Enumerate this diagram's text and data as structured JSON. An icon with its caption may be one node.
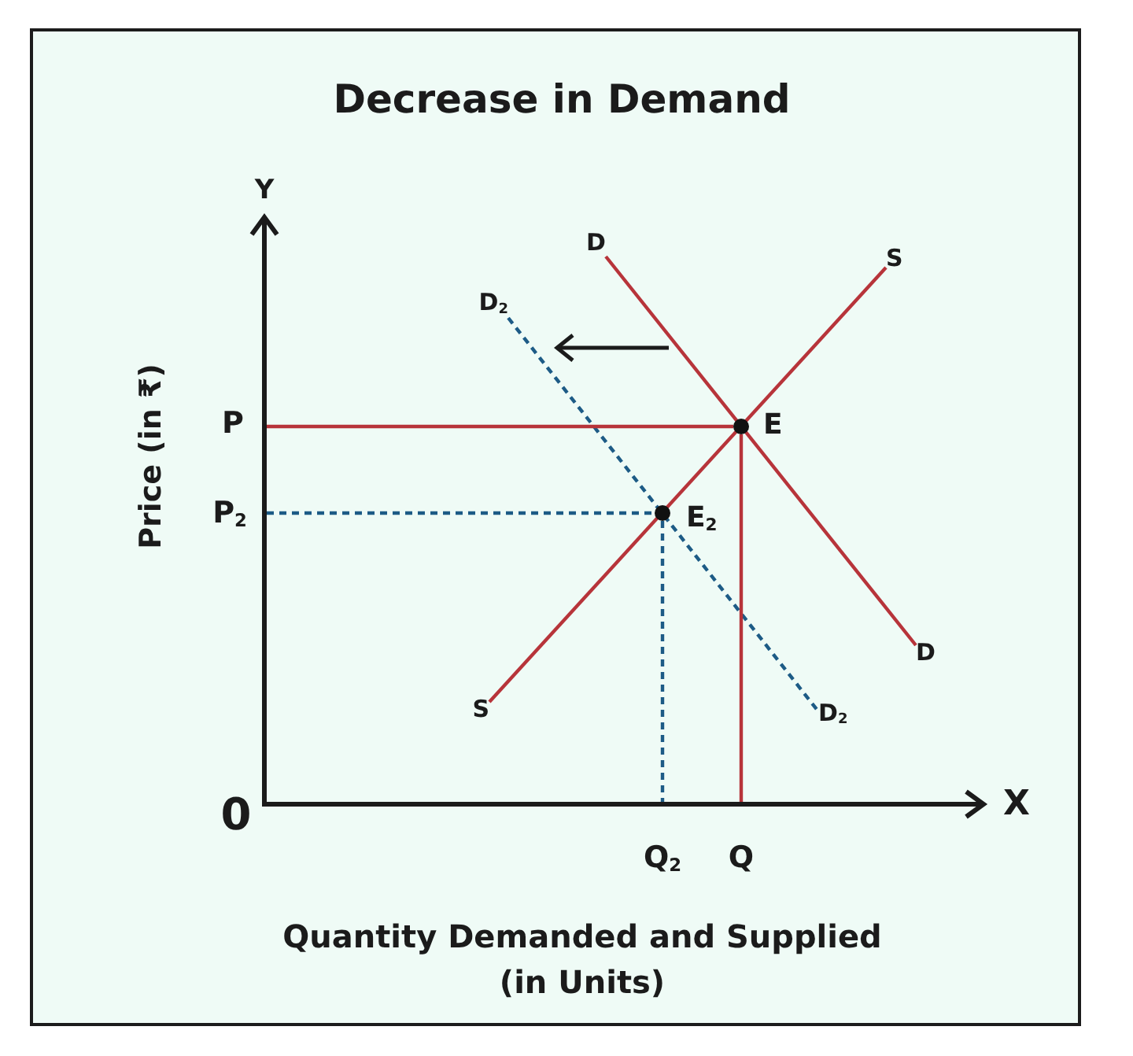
{
  "diagram": {
    "title": "Decrease in Demand",
    "nodes": [
      {
        "text": [
          "D"
        ]
      },
      {
        "text": [
          "S"
        ]
      },
      {
        "text": [
          "D$_{2}$"
        ]
      },
      {
        "text": [],
        "shape": "circle",
        "beside": [
          "E"
        ]
      },
      {
        "text": [],
        "shape": "circle",
        "beside": [
          "E$_{2}$"
        ]
      },
      {
        "text": [
          "D"
        ]
      },
      {
        "text": [
          "S"
        ]
      },
      {
        "text": [
          "D$_{2}$"
        ]
      }
    ],
    "edges": [
      {
        "from": 0,
        "to": 5,
        "arrow": "none"
      },
      {
        "from": 6,
        "to": 1,
        "arrow": "none"
      },
      {
        "from": 2,
        "to": 7,
        "arrow": "none",
        "style": "dashed",
        "color": "#1d5b86"
      },
      {
        "from": null,
        "to": 3,
        "arrow": "none"
      },
      {
        "from": 3,
        "to": null,
        "arrow": "none"
      },
      {
        "from": null,
        "to": 4,
        "arrow": "none",
        "style": "dashed",
        "color": "#1d5b86"
      },
      {
        "from": 4,
        "to": null,
        "arrow": "none",
        "style": "dashed",
        "color": "#1d5b86"
      }
    ],
    "labels": [
      "Y",
      "Price (in ₹)",
      "P",
      "P$_{2}$",
      "0",
      "Q$_{2}$",
      "Q",
      "X",
      "Quantity Demanded and Supplied (in Units)"
    ]
  }
}
